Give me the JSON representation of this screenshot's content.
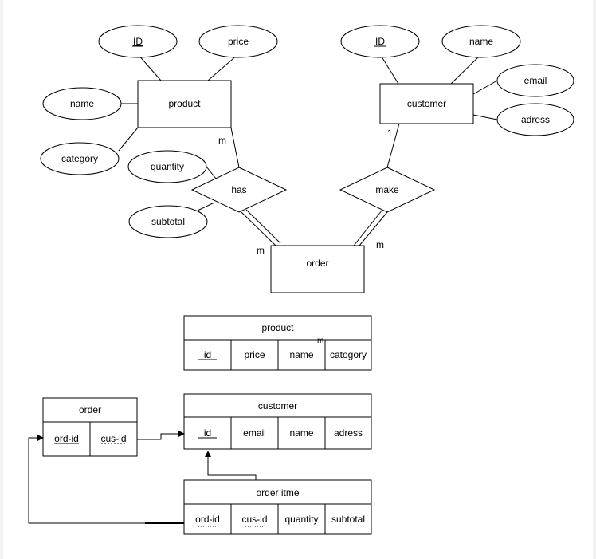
{
  "er": {
    "product": "product",
    "customer": "customer",
    "order": "order",
    "has": "has",
    "make": "make",
    "product_id": "ID",
    "product_price": "price",
    "product_name": "name",
    "product_category": "category",
    "customer_id": "ID",
    "customer_name": "name",
    "customer_email": "email",
    "customer_adress": "adress",
    "has_quantity": "quantity",
    "has_subtotal": "subtotal",
    "card_product_has": "m",
    "card_customer_make": "1",
    "card_order_has": "m",
    "card_order_make": "m"
  },
  "schema": {
    "product": {
      "title": "product",
      "cols": [
        "id",
        "price",
        "name",
        "catogory"
      ],
      "stray": "m"
    },
    "customer": {
      "title": "customer",
      "cols": [
        "id",
        "email",
        "name",
        "adress"
      ]
    },
    "order": {
      "title": "order",
      "cols": [
        "ord-id",
        "cus-id"
      ]
    },
    "order_item": {
      "title": "order itme",
      "cols": [
        "ord-id",
        "cus-id",
        "quantity",
        "subtotal"
      ]
    }
  }
}
